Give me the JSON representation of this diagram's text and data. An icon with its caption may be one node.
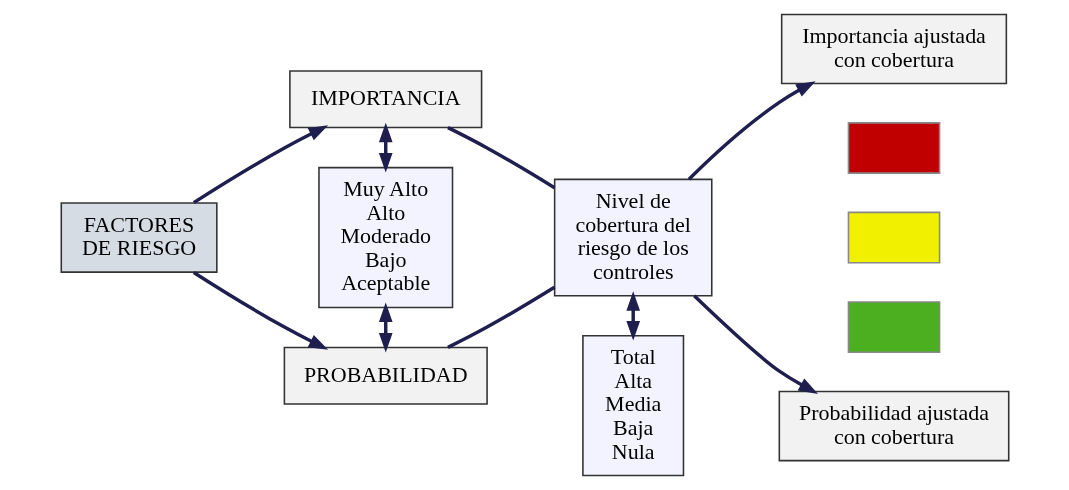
{
  "diagram": {
    "nodes": [
      {
        "text": [
          "FACTORES DE RIESGO"
        ]
      },
      {
        "text": [
          "IMPORTANCIA"
        ]
      },
      {
        "text": [
          "Muy Alto",
          "Alto",
          "Moderado",
          "Bajo",
          "Aceptable"
        ]
      },
      {
        "text": [
          "PROBABILIDAD"
        ]
      },
      {
        "text": [
          "Nivel de cobertura del riesgo de los controles"
        ]
      },
      {
        "text": [
          "Total",
          "Alta",
          "Media",
          "Baja",
          "Nula"
        ]
      },
      {
        "text": [
          "Importancia ajustada con cobertura"
        ]
      },
      {
        "text": [],
        "shape": "box"
      },
      {
        "text": [],
        "shape": "box"
      },
      {
        "text": [],
        "shape": "box"
      },
      {
        "text": [
          "Probabilidad ajustada con cobertura"
        ]
      }
    ],
    "edges": [
      {
        "from": 0,
        "to": 1,
        "arrow": "to"
      },
      {
        "from": 0,
        "to": 3,
        "arrow": "to"
      },
      {
        "from": 1,
        "to": 2,
        "arrow": "both"
      },
      {
        "from": 2,
        "to": 3,
        "arrow": "both"
      },
      {
        "from": 1,
        "to": 4,
        "arrow": "none"
      },
      {
        "from": 3,
        "to": 4,
        "arrow": "none"
      },
      {
        "from": 4,
        "to": 5,
        "arrow": "both"
      },
      {
        "from": 4,
        "to": 6,
        "arrow": "to"
      },
      {
        "from": 4,
        "to": 10,
        "arrow": "to"
      }
    ]
  }
}
